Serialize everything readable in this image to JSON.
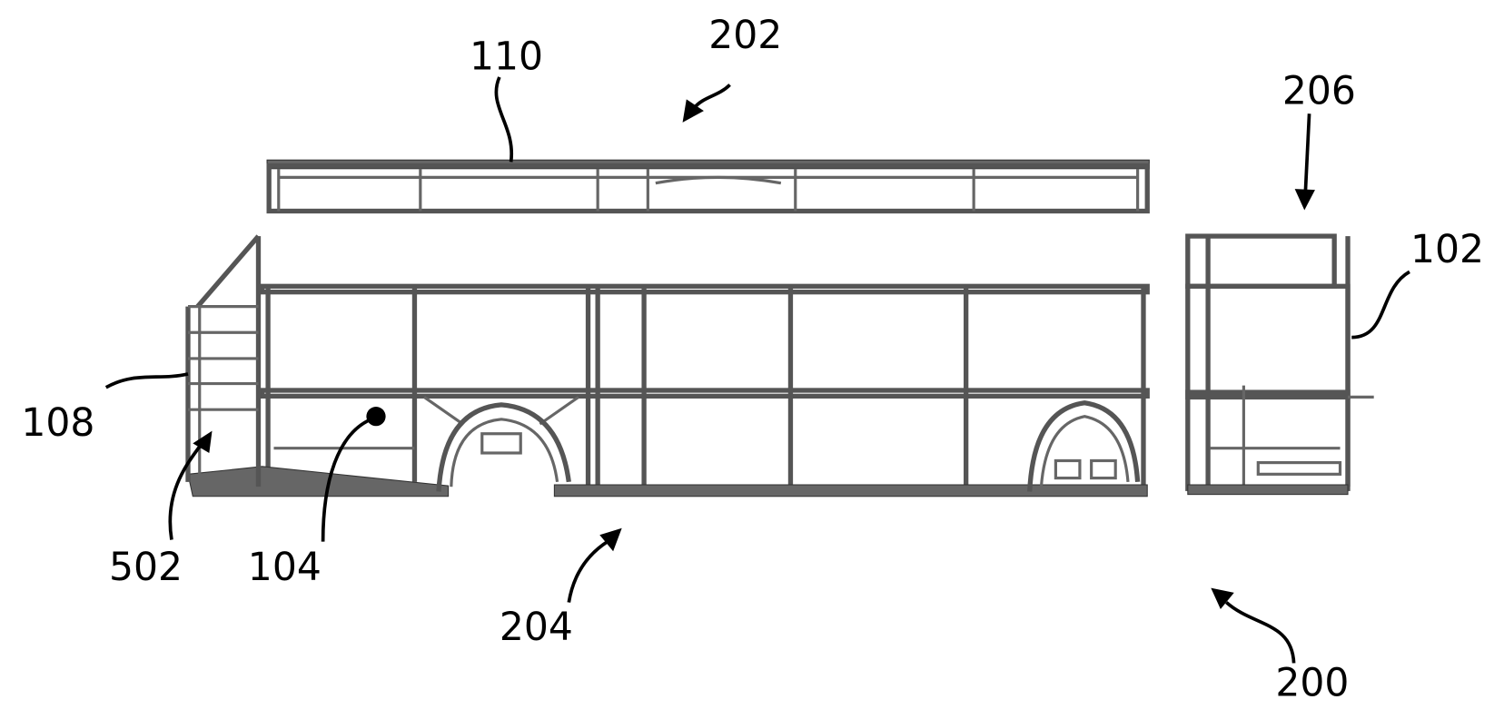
{
  "figure": {
    "labels": {
      "roof_member": "110",
      "roof_module": "202",
      "rear_module": "206",
      "rear_unit": "102",
      "stair_frame": "108",
      "front_step": "502",
      "point": "104",
      "body_module": "204",
      "vehicle": "200"
    },
    "colors": {
      "line": "#555555",
      "leader": "#000000",
      "background": "#ffffff"
    }
  }
}
